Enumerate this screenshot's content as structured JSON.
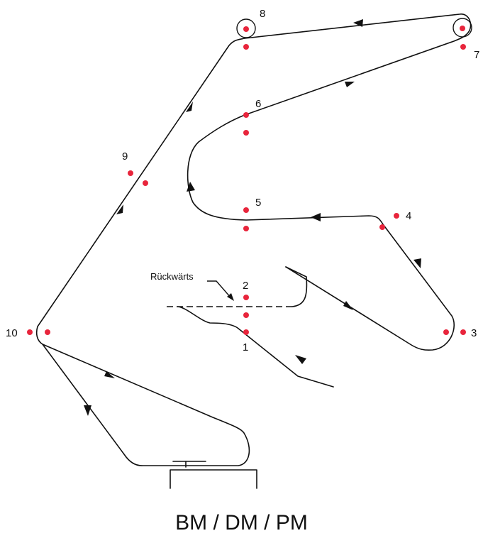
{
  "caption": "BM / DM / PM",
  "annotation": "Rückwärts",
  "point_labels": [
    "1",
    "2",
    "3",
    "4",
    "5",
    "6",
    "7",
    "8",
    "9",
    "10"
  ],
  "colors": {
    "marker": "#e8253c",
    "line": "#111111",
    "background": "#ffffff"
  }
}
